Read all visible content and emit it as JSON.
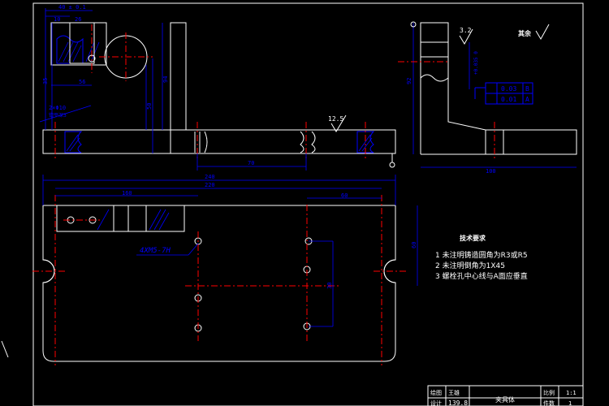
{
  "dims": {
    "top_a": "40 ± 0.1",
    "top_b": "10",
    "top_c": "26",
    "left_v1": "35",
    "mid_h": "56",
    "right_v": "94",
    "right_v2": "50",
    "right_v3": "40",
    "hole_note_a": "2×Φ10",
    "hole_note_b": "锪平深3",
    "bottom_h": "70",
    "side_v": "92",
    "side_tol": "+0.035 0",
    "side_h": "100",
    "plan_total": "240",
    "plan_inner": "220",
    "plan_left": "160",
    "plan_right": "60",
    "plan_v": "60",
    "plan_small": "30"
  },
  "roughness": {
    "mid": "12.5",
    "side": "3.2",
    "rest": "其余"
  },
  "tolerance": {
    "row1_val": "0.03",
    "row1_ref": "B",
    "row2_val": "0.01",
    "row2_ref": "A"
  },
  "thread_note": "4XM5-7H",
  "tech": {
    "title": "技术要求",
    "items": [
      "1  未注明铸造圆角为R3或R5",
      "2  未注明倒角为1X45",
      "3  螺栓孔中心线与A面应垂直"
    ]
  },
  "title_block": {
    "c1": "绘图",
    "c2": "王雄",
    "c3": "设计",
    "c4": "139.8",
    "part": "夹具体",
    "scale_label": "比例",
    "scale": "1:1",
    "qty_label": "件数",
    "qty": "1"
  },
  "colors": {
    "bg": "#000000",
    "outline": "#ffffff",
    "dimension": "#0000ff",
    "center": "#ff0000",
    "hatch": "#0000ff"
  }
}
